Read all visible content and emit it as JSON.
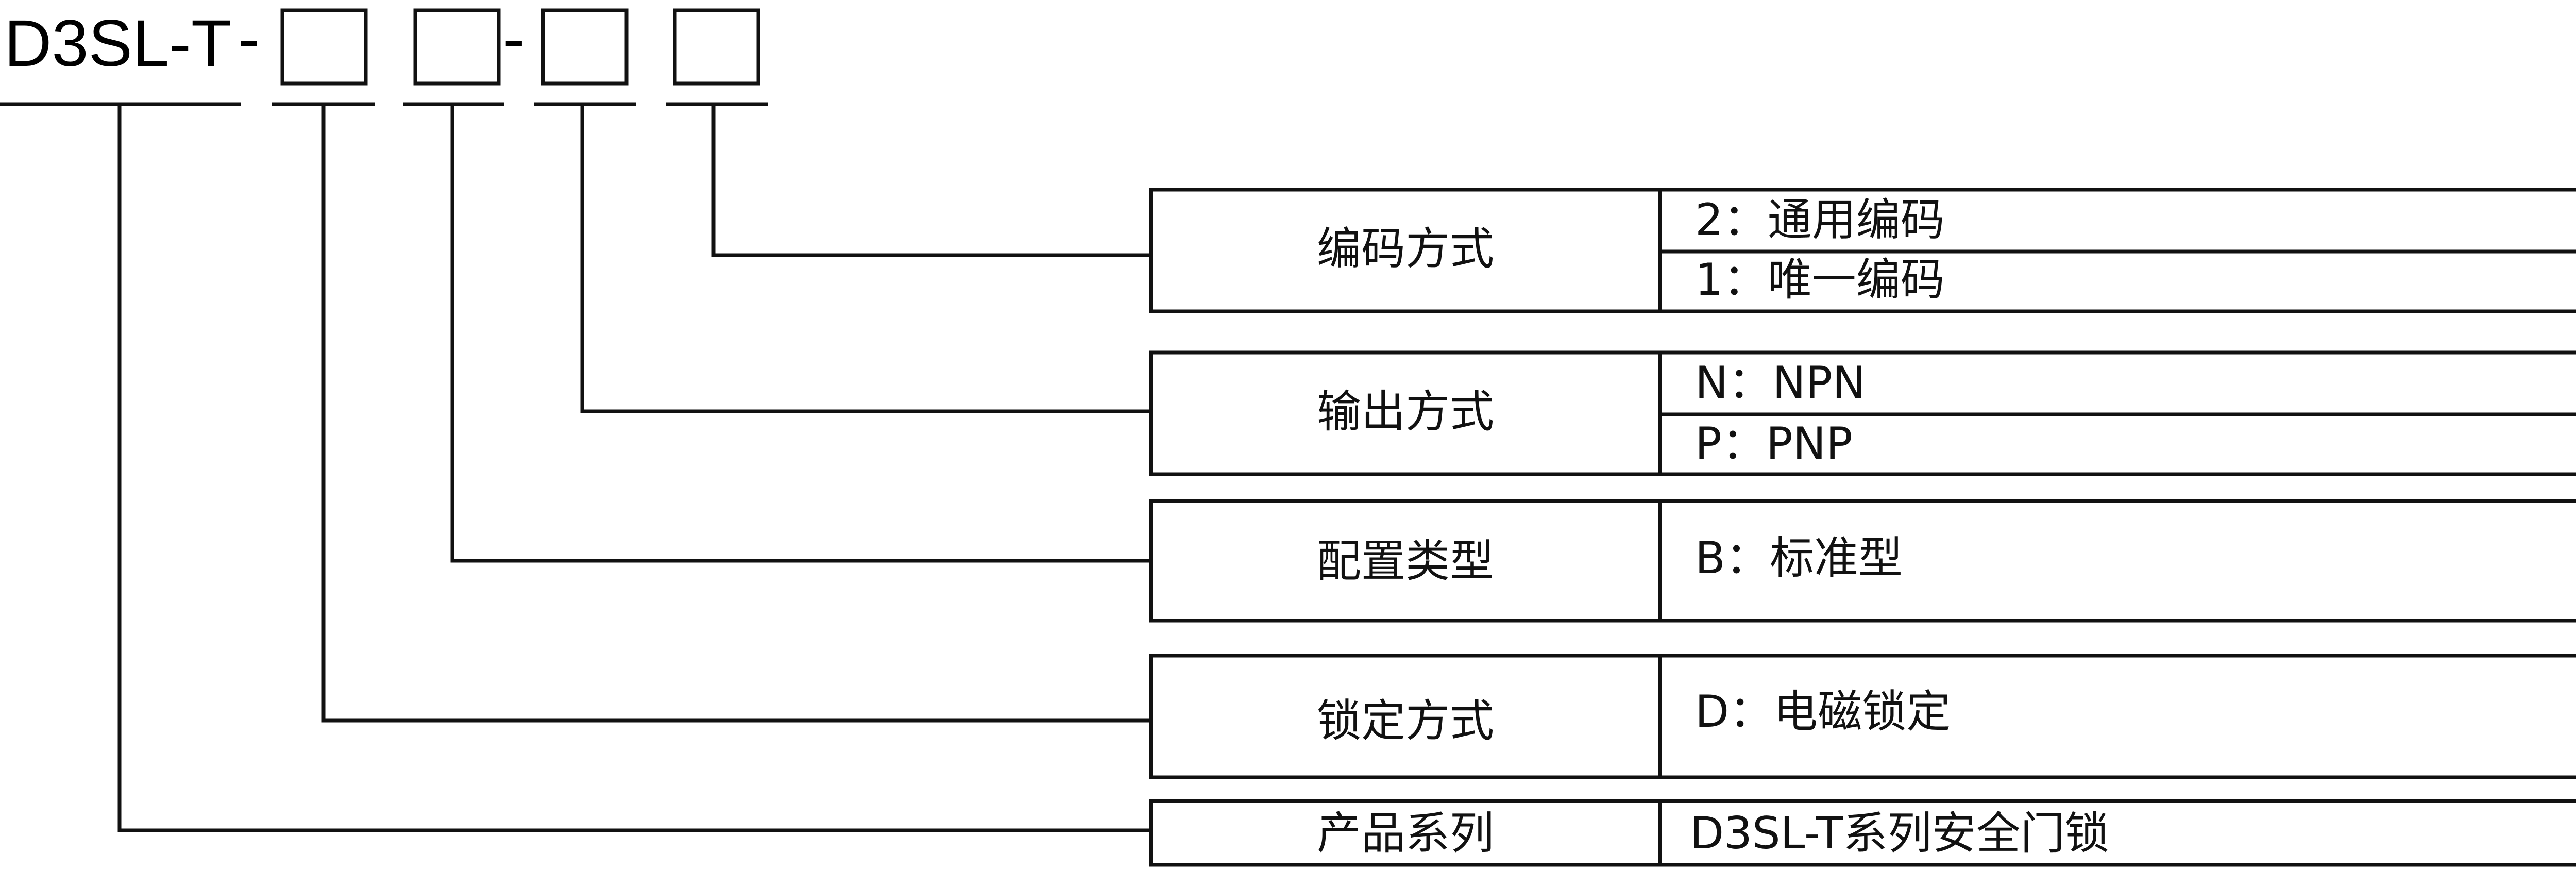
{
  "model_code": {
    "prefix": "D3SL-T",
    "separators": [
      "-",
      "-"
    ]
  },
  "rows": [
    {
      "label": "编码方式",
      "options": [
        "2：通用编码",
        "1：唯一编码"
      ]
    },
    {
      "label": "输出方式",
      "options": [
        "N：NPN",
        "P：PNP"
      ]
    },
    {
      "label": "配置类型",
      "options": [
        "B：标准型"
      ]
    },
    {
      "label": "锁定方式",
      "options": [
        "D：电磁锁定"
      ]
    },
    {
      "label": "产品系列",
      "options": [
        "D3SL-T系列安全门锁"
      ]
    }
  ]
}
